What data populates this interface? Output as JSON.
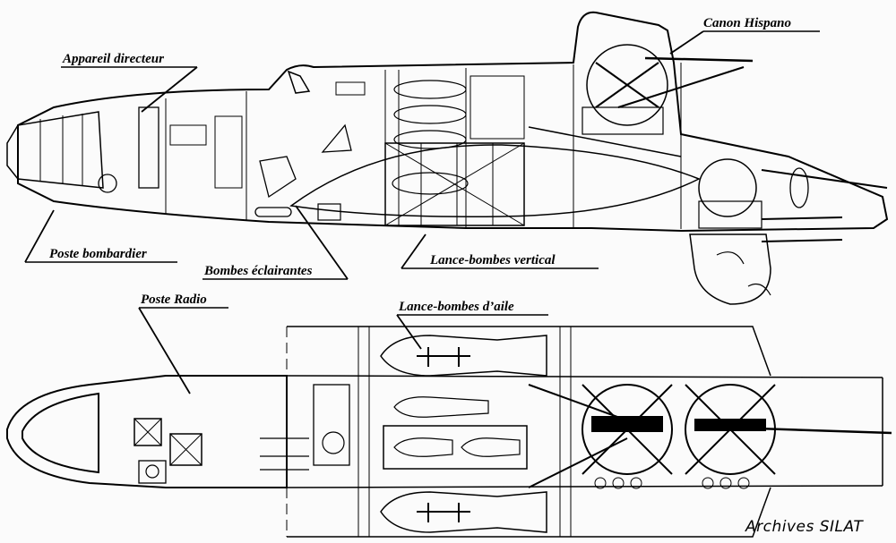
{
  "labels": {
    "canon_hispano": "Canon Hispano",
    "appareil_directeur": "Appareil directeur",
    "poste_bombardier": "Poste bombardier",
    "bombes_eclairantes": "Bombes éclairantes",
    "lance_bombes_vertical": "Lance-bombes vertical",
    "poste_radio": "Poste Radio",
    "lance_bombes_aile": "Lance-bombes d’aile"
  },
  "credit": "Archives SILAT",
  "colors": {
    "ink": "#000000",
    "paper": "#fbfbfb"
  }
}
